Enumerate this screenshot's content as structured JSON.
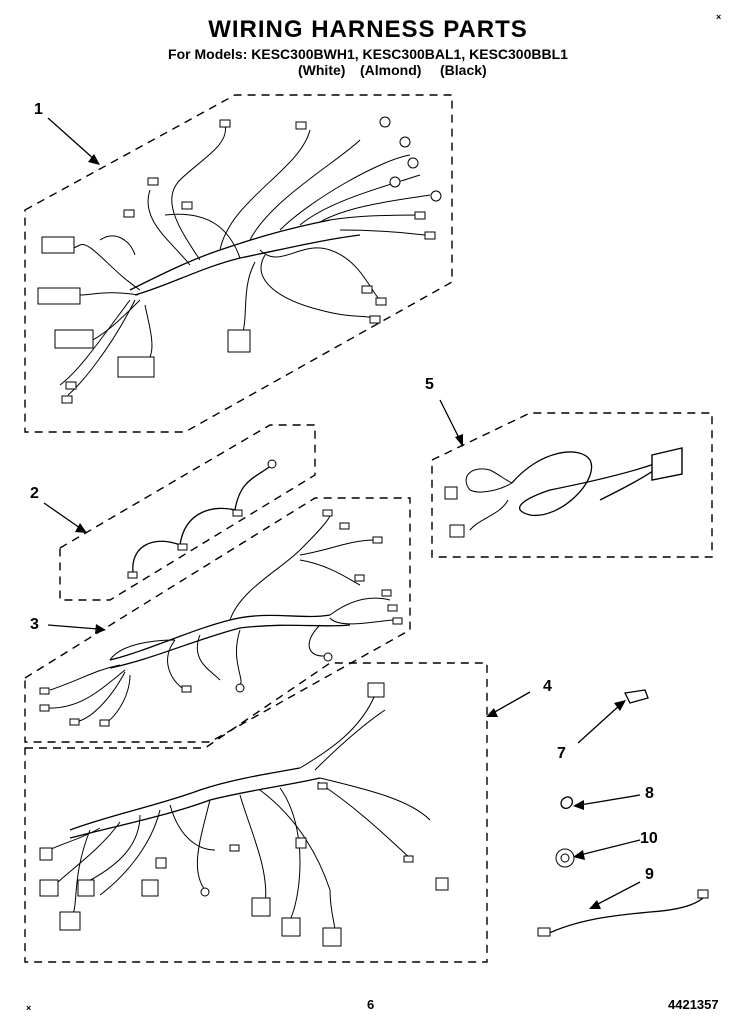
{
  "header": {
    "title": "WIRING HARNESS PARTS",
    "models": "For Models: KESC300BWH1, KESC300BAL1, KESC300BBL1",
    "variants": [
      "(White)",
      "(Almond)",
      "(Black)"
    ]
  },
  "callouts": [
    "1",
    "2",
    "3",
    "4",
    "5",
    "7",
    "8",
    "10",
    "9"
  ],
  "footer": {
    "page_number": "6",
    "doc_number": "4421357",
    "mark_left": "×",
    "mark_top_right": "×"
  }
}
